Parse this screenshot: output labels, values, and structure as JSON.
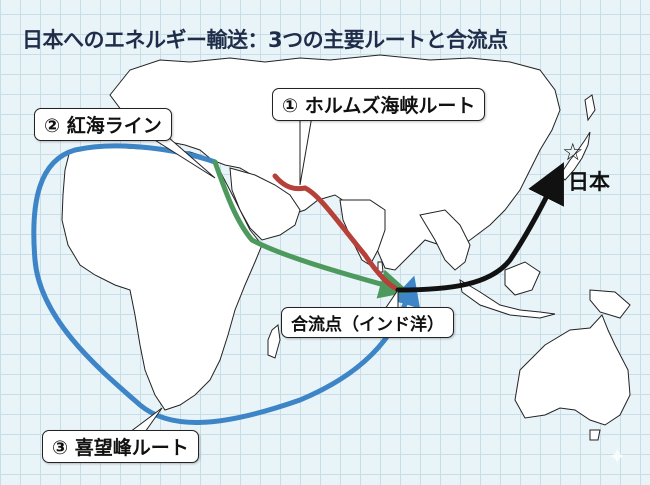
{
  "title": "日本へのエネルギー輸送：3つの主要ルートと合流点",
  "routes": [
    {
      "id": 1,
      "label": "① ホルムズ海峡ルート",
      "color": "#b5413a"
    },
    {
      "id": 2,
      "label": "② 紅海ライン",
      "color": "#4e9a5e"
    },
    {
      "id": 3,
      "label": "③ 喜望峰ルート",
      "color": "#3d85c6"
    }
  ],
  "merge_point": {
    "label": "合流点（インド洋）",
    "color": "#111111"
  },
  "destination": {
    "label": "日本",
    "marker": "star-icon",
    "symbol": "☆"
  },
  "colors": {
    "background": "#e9f4f9",
    "grid": "#c8dde7",
    "land": "#ffffff",
    "border": "#222222",
    "title": "#1f2d4a"
  }
}
